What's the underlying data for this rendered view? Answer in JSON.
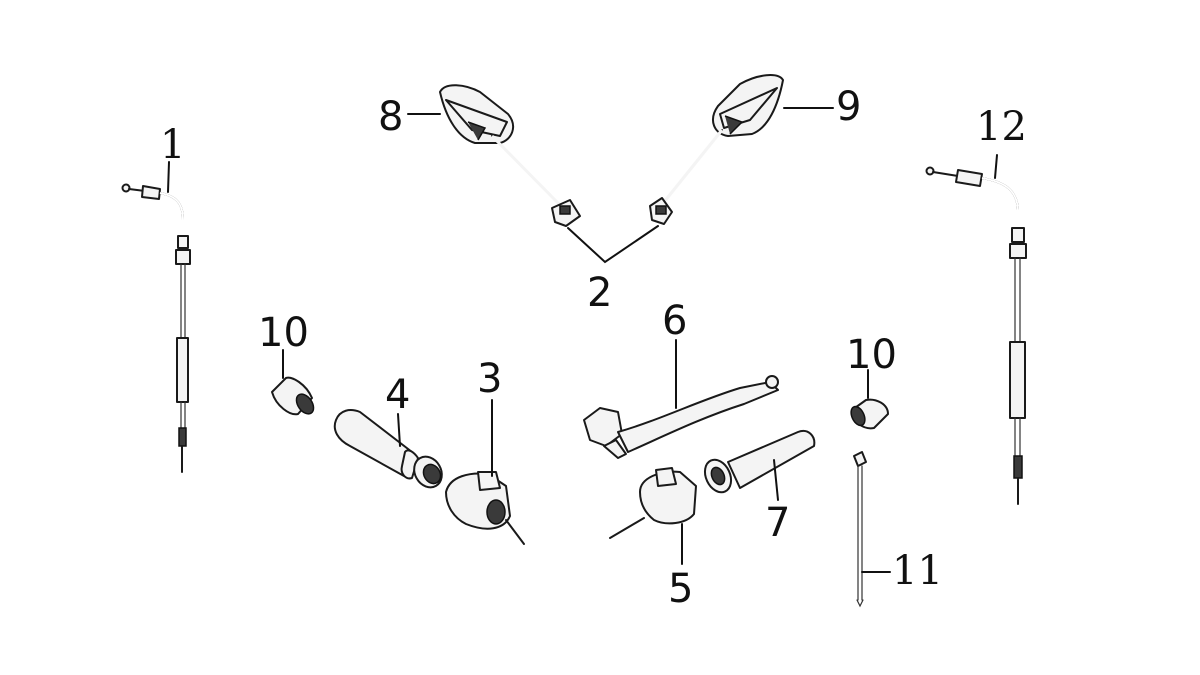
{
  "diagram": {
    "labels": {
      "p1": "1",
      "p2": "2",
      "p3": "3",
      "p4": "4",
      "p5": "5",
      "p6": "6",
      "p7": "7",
      "p8": "8",
      "p9": "9",
      "p10_left": "10",
      "p10_right": "10",
      "p11": "11",
      "p12": "12"
    }
  }
}
